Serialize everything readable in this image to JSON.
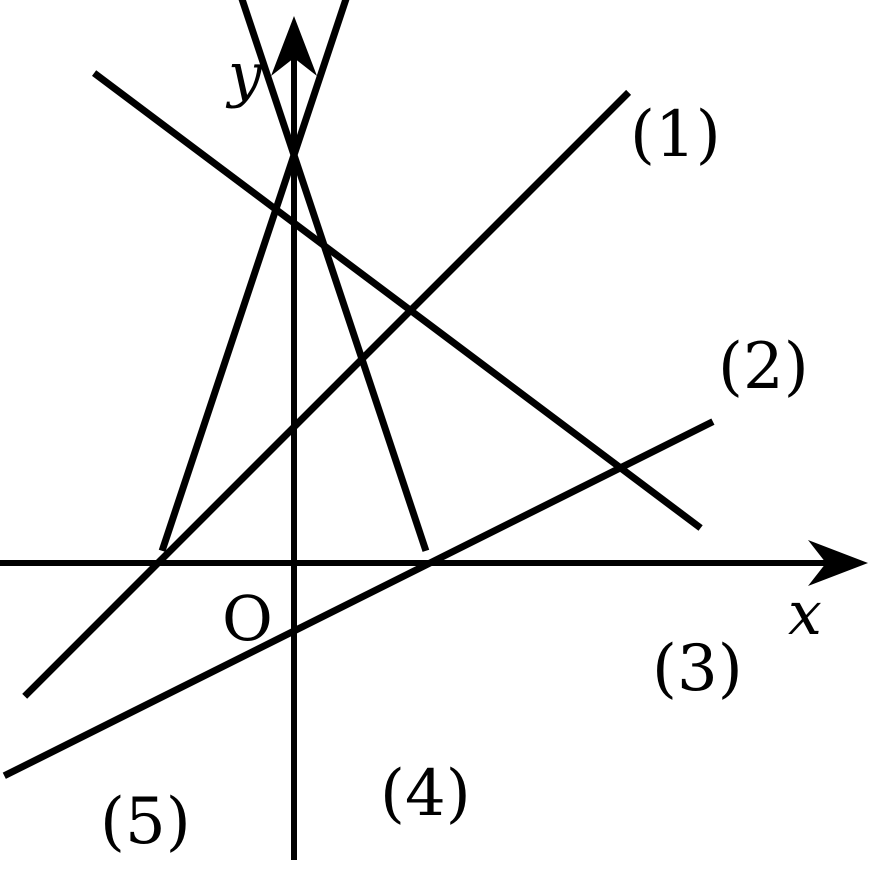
{
  "colors": {
    "ink": "#000000",
    "background": "#ffffff"
  },
  "axes": {
    "x_label": "x",
    "y_label": "y",
    "origin_label": "O"
  },
  "lines": [
    {
      "id": "1",
      "label": "(1)",
      "slope": 1.0,
      "intercept": 1.0
    },
    {
      "id": "2",
      "label": "(2)",
      "slope": 0.5,
      "intercept": -0.5
    },
    {
      "id": "3",
      "label": "(3)",
      "slope": -0.75,
      "intercept": 2.5
    },
    {
      "id": "4",
      "label": "(4)",
      "slope": -3.0,
      "intercept": 3.0
    },
    {
      "id": "5",
      "label": "(5)",
      "slope": 3.0,
      "intercept": 3.0
    }
  ]
}
